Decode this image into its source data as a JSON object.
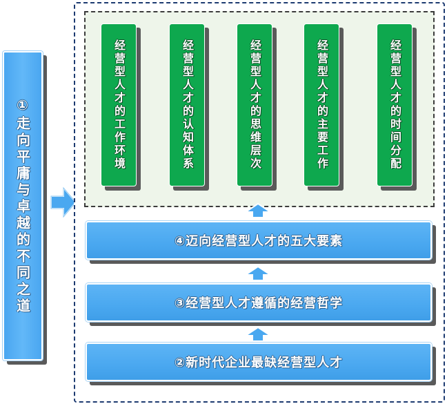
{
  "left": {
    "label": "①走向平庸与卓越的不同之道"
  },
  "elements": [
    {
      "label": "经营型人才的工作环境"
    },
    {
      "label": "经营型人才的认知体系"
    },
    {
      "label": "经营型人才的思维层次"
    },
    {
      "label": "经营型人才的主要工作"
    },
    {
      "label": "经营型人才的时间分配"
    }
  ],
  "layers": {
    "five_elements": "④迈向经营型人才的五大要素",
    "philosophy": "③经营型人才遵循的经营哲学",
    "shortage": "②新时代企业最缺经营型人才"
  },
  "icons": {
    "right": "arrow-right-icon",
    "up": "arrow-up-icon"
  },
  "colors": {
    "blue": "#4aa8f0",
    "green": "#0ea84e",
    "frame": "#1c3a70",
    "panel": "#eef5ea"
  }
}
